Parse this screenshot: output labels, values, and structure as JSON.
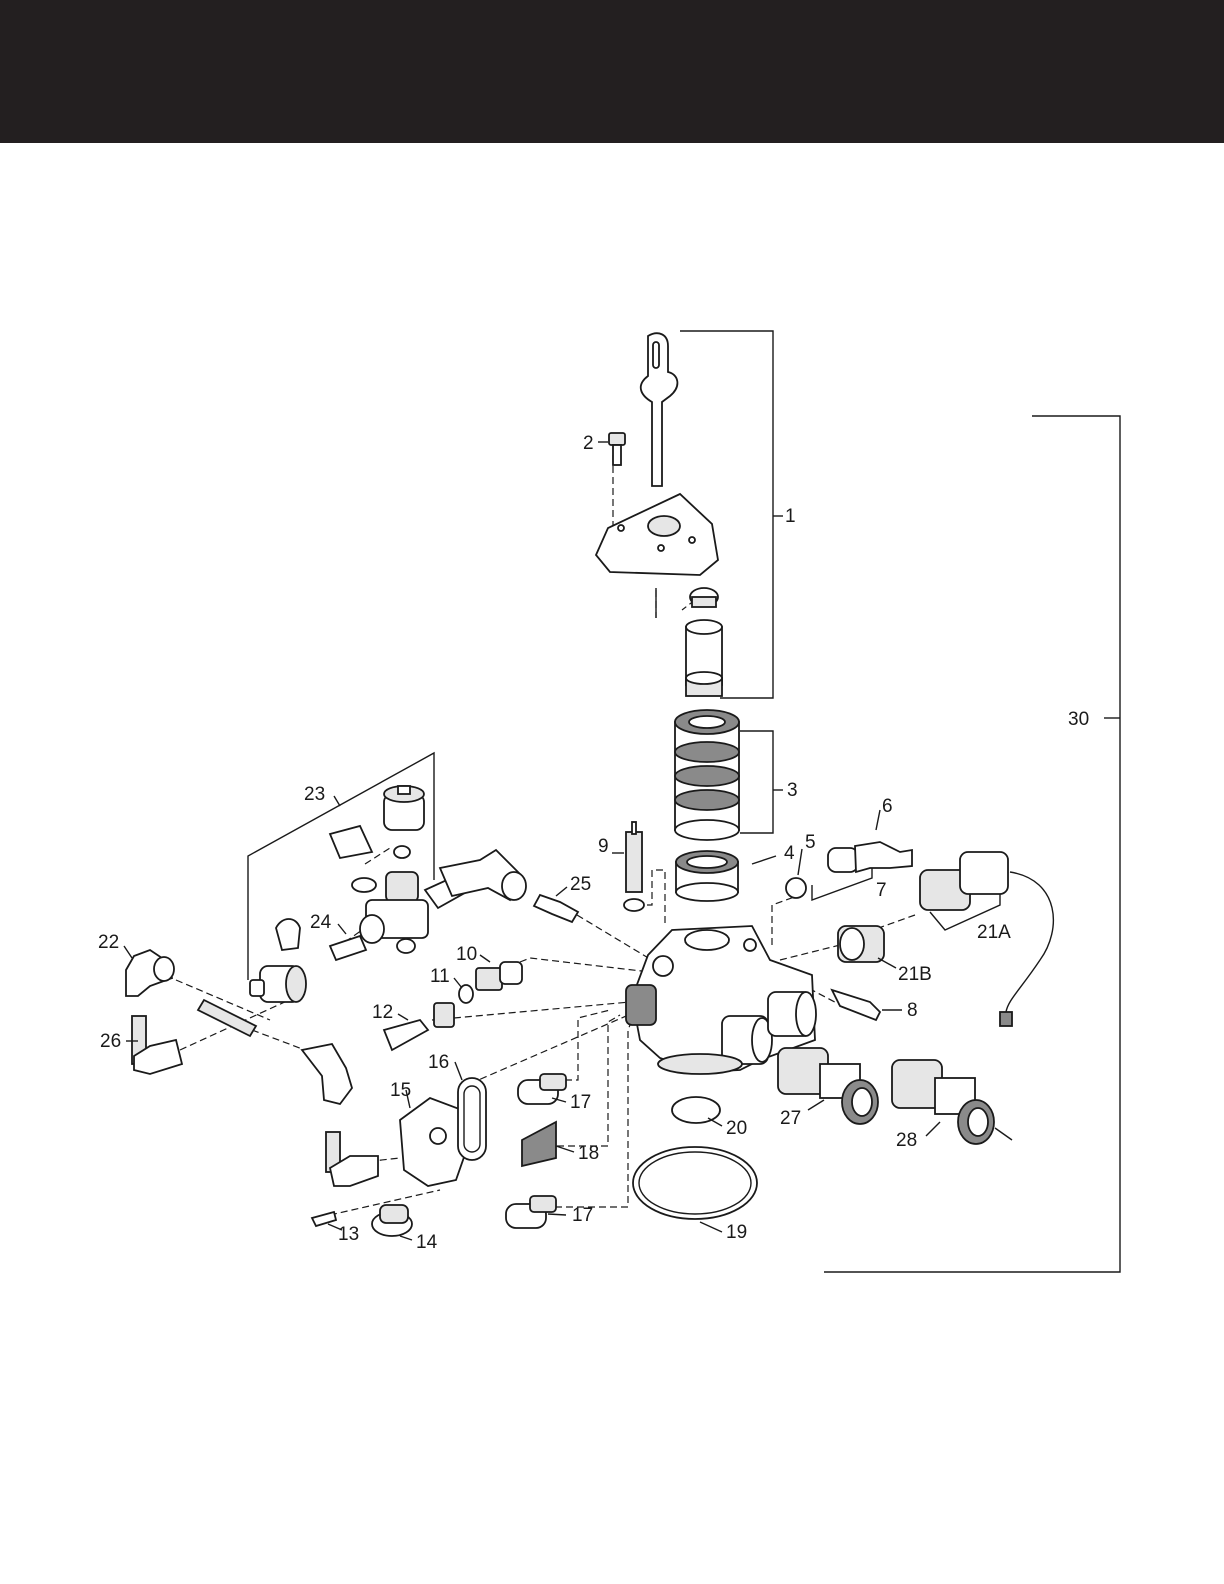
{
  "header": {
    "color": "#231f20"
  },
  "callouts": [
    {
      "id": "c1",
      "text": "1"
    },
    {
      "id": "c2",
      "text": "2"
    },
    {
      "id": "c3",
      "text": "3"
    },
    {
      "id": "c4",
      "text": "4"
    },
    {
      "id": "c5",
      "text": "5"
    },
    {
      "id": "c6",
      "text": "6"
    },
    {
      "id": "c7",
      "text": "7"
    },
    {
      "id": "c8",
      "text": "8"
    },
    {
      "id": "c9",
      "text": "9"
    },
    {
      "id": "c10",
      "text": "10"
    },
    {
      "id": "c11",
      "text": "11"
    },
    {
      "id": "c12",
      "text": "12"
    },
    {
      "id": "c13",
      "text": "13"
    },
    {
      "id": "c14",
      "text": "14"
    },
    {
      "id": "c15",
      "text": "15"
    },
    {
      "id": "c16",
      "text": "16"
    },
    {
      "id": "c17a",
      "text": "17"
    },
    {
      "id": "c17b",
      "text": "17"
    },
    {
      "id": "c18",
      "text": "18"
    },
    {
      "id": "c19",
      "text": "19"
    },
    {
      "id": "c20",
      "text": "20"
    },
    {
      "id": "c21a",
      "text": "21A"
    },
    {
      "id": "c21b",
      "text": "21B"
    },
    {
      "id": "c22",
      "text": "22"
    },
    {
      "id": "c23",
      "text": "23"
    },
    {
      "id": "c24",
      "text": "24"
    },
    {
      "id": "c25",
      "text": "25"
    },
    {
      "id": "c26",
      "text": "26"
    },
    {
      "id": "c27",
      "text": "27"
    },
    {
      "id": "c28",
      "text": "28"
    },
    {
      "id": "c30",
      "text": "30"
    }
  ]
}
